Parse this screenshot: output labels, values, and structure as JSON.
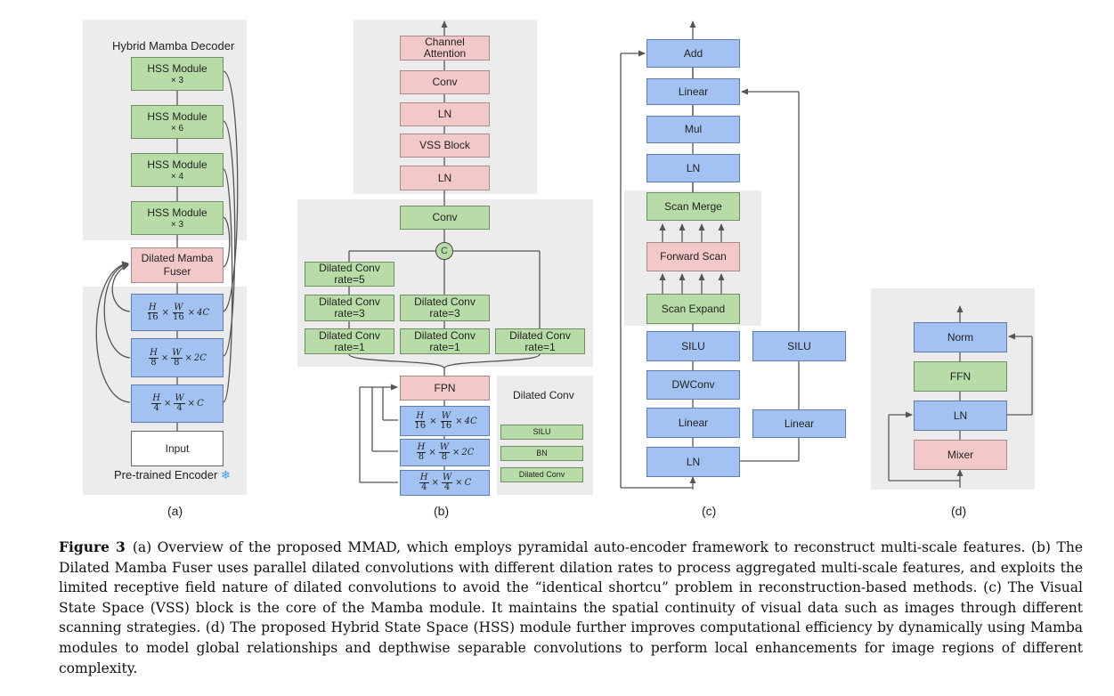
{
  "panel_a": {
    "title": "Hybrid Mamba Decoder",
    "hss_label": "HSS Module",
    "hss_mult": [
      "× 3",
      "× 6",
      "× 4",
      "× 3"
    ],
    "fuser": [
      "Dilated Mamba",
      "Fuser"
    ],
    "feat_rows": [
      {
        "h": "H",
        "hd": "16",
        "w": "W",
        "wd": "16",
        "c": "4C"
      },
      {
        "h": "H",
        "hd": "8",
        "w": "W",
        "wd": "8",
        "c": "2C"
      },
      {
        "h": "H",
        "hd": "4",
        "w": "W",
        "wd": "4",
        "c": "C"
      }
    ],
    "times": "×",
    "input": "Input",
    "encoder_label": "Pre-trained Encoder",
    "snow_icon": "❄",
    "sublabel": "(a)"
  },
  "panel_b": {
    "channel_attention": [
      "Channel",
      "Attention"
    ],
    "conv": "Conv",
    "ln": "LN",
    "vss": "VSS Block",
    "concat": "C",
    "dilated_conv": "Dilated Conv",
    "rate5": "rate=5",
    "rate3": "rate=3",
    "rate1": "rate=1",
    "fpn": "FPN",
    "legend_title": "Dilated Conv",
    "legend_items": [
      "SILU",
      "BN",
      "Dilated Conv"
    ],
    "sublabel": "(b)"
  },
  "panel_c": {
    "add": "Add",
    "linear": "Linear",
    "mul": "Mul",
    "ln": "LN",
    "scan_merge": "Scan Merge",
    "forward_scan": "Forward Scan",
    "scan_expand": "Scan Expand",
    "silu": "SILU",
    "dwconv": "DWConv",
    "sublabel": "(c)"
  },
  "panel_d": {
    "norm": "Norm",
    "ffn": "FFN",
    "ln": "LN",
    "mixer": "Mixer",
    "sublabel": "(d)"
  },
  "caption": {
    "label": "Figure 3",
    "text": "(a) Overview of the proposed MMAD, which employs pyramidal auto-encoder framework to reconstruct multi-scale features. (b) The Dilated Mamba Fuser uses parallel dilated convolutions with different dilation rates to process aggregated multi-scale features, and exploits the limited receptive field nature of dilated convolutions to avoid the “identical shortcu” problem in reconstruction-based methods. (c) The Visual State Space (VSS) block is the core of the Mamba module. It maintains the spatial continuity of visual data such as images through different scanning strategies. (d) The proposed Hybrid State Space (HSS) module further improves computational efficiency by dynamically using Mamba modules to model global relationships and depthwise separable convolutions to perform local enhancements for image regions of different complexity."
  }
}
